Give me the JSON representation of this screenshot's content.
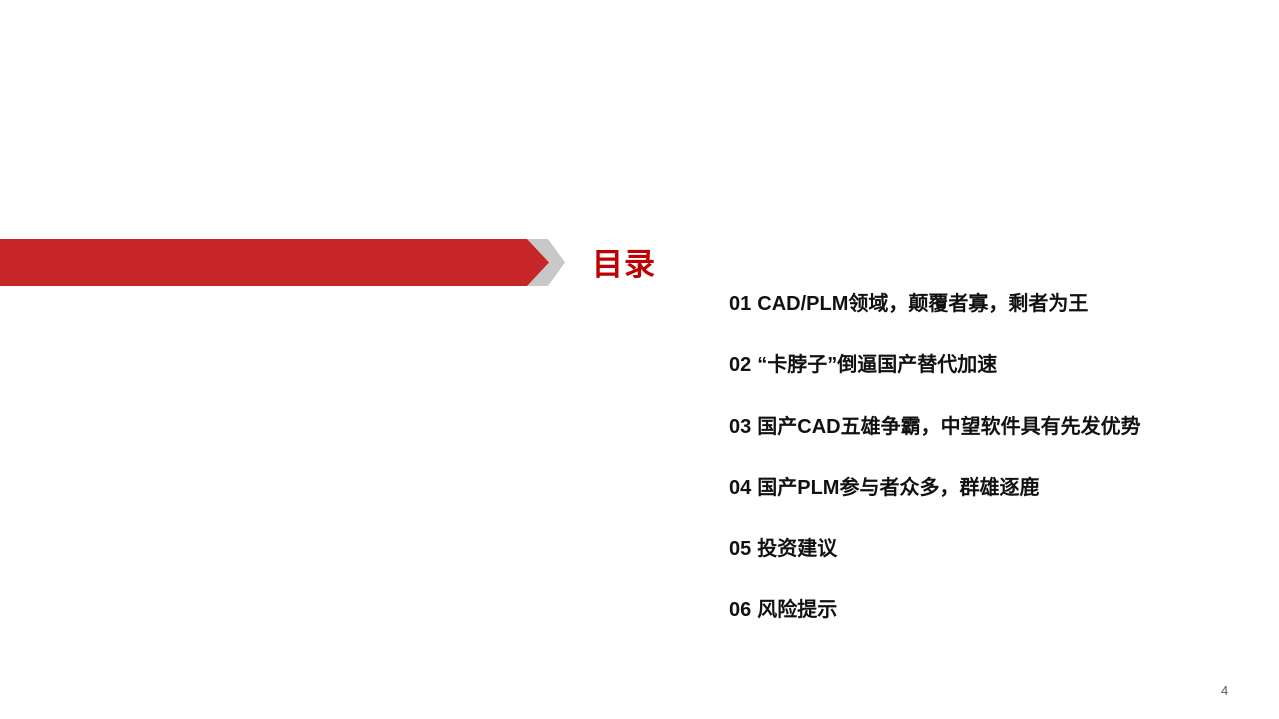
{
  "slide": {
    "title": "目录",
    "page_number": "4",
    "colors": {
      "banner_red": "#c62628",
      "chevron_grey": "#c8c8c8",
      "title_red": "#c00000",
      "text": "#111111"
    }
  },
  "toc": {
    "items": [
      {
        "num": "01",
        "label": "CAD/PLM领域，颠覆者寡，剩者为王"
      },
      {
        "num": "02",
        "label": "“卡脖子”倒逼国产替代加速"
      },
      {
        "num": "03",
        "label": "国产CAD五雄争霸，中望软件具有先发优势"
      },
      {
        "num": "04",
        "label": "国产PLM参与者众多，群雄逐鹿"
      },
      {
        "num": "05",
        "label": "投资建议"
      },
      {
        "num": "06",
        "label": "风险提示"
      }
    ]
  }
}
